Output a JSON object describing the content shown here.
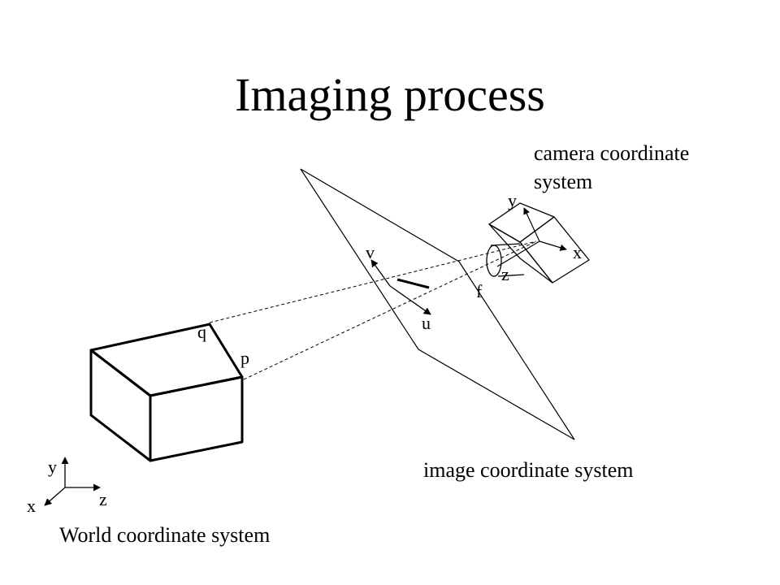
{
  "title": "Imaging process",
  "labels": {
    "camera_system": [
      "camera coordinate",
      "system"
    ],
    "image_system": "image coordinate system",
    "world_system": "World coordinate system",
    "camera_axes": {
      "x": "x",
      "y": "y",
      "z": "z"
    },
    "image_axes": {
      "u": "u",
      "v": "v"
    },
    "world_axes": {
      "x": "x",
      "y": "y",
      "z": "z"
    },
    "focal_length": "f",
    "point_p": "p",
    "point_q": "q"
  }
}
